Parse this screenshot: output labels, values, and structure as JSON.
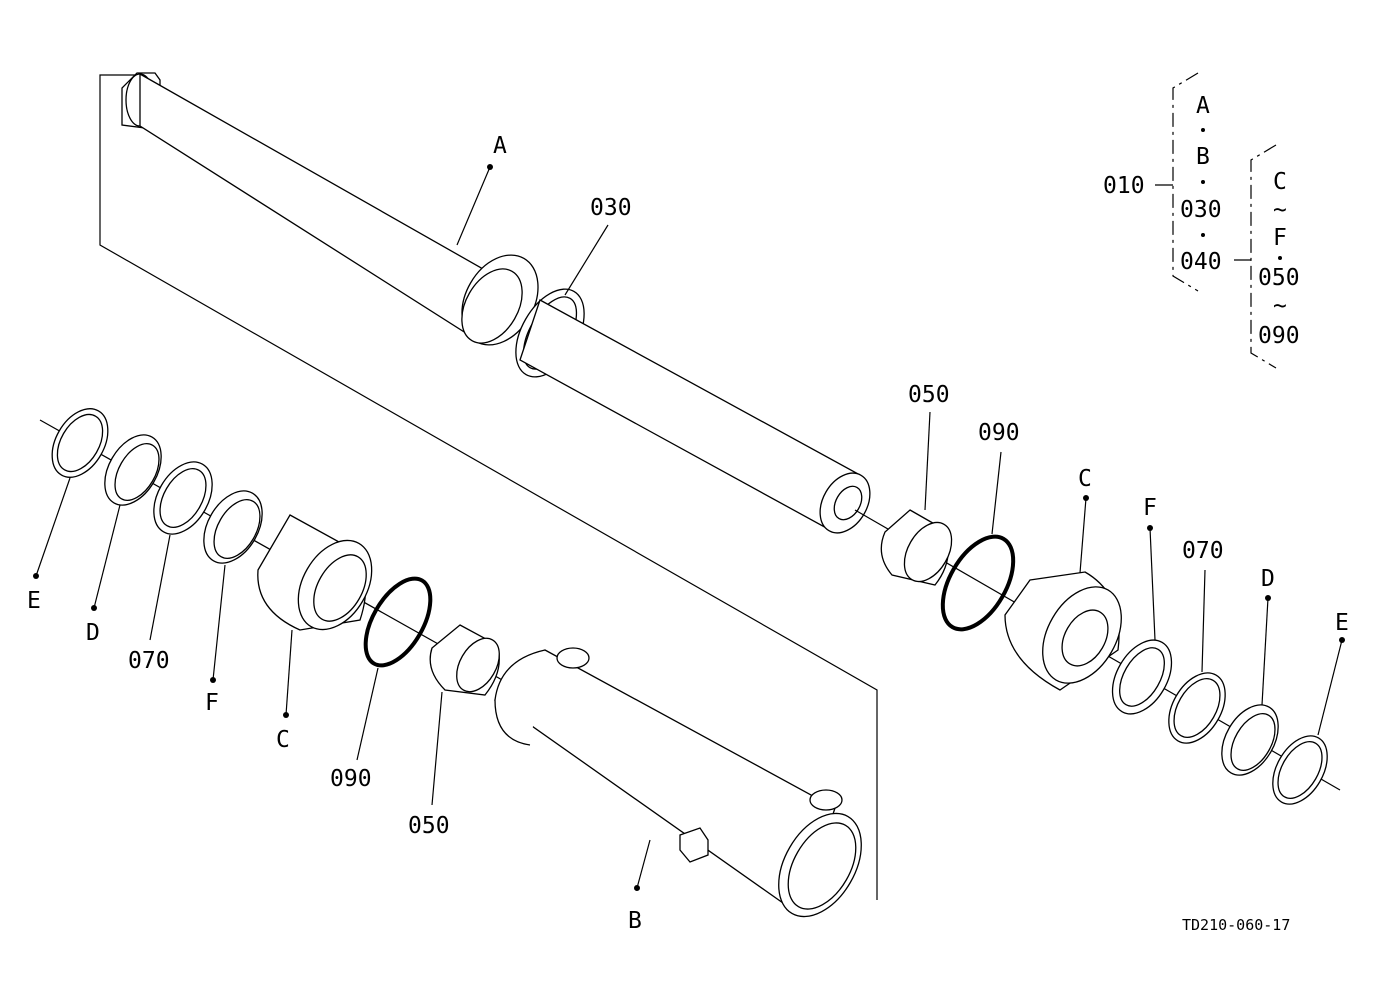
{
  "labels": {
    "rod": "A",
    "tube": "B",
    "p030_top": "030",
    "left_E": "E",
    "left_D": "D",
    "left_070": "070",
    "left_F": "F",
    "left_C": "C",
    "left_090": "090",
    "left_050": "050",
    "right_050": "050",
    "right_090": "090",
    "right_C": "C",
    "right_F": "F",
    "right_070": "070",
    "right_D": "D",
    "right_E": "E"
  },
  "legend": {
    "assembly": "010",
    "group1": [
      "A",
      "B",
      "030",
      "040"
    ],
    "group2": [
      "C",
      "~",
      "F",
      "050",
      "~",
      "090"
    ]
  },
  "drawing_id": "TD210-060-17"
}
